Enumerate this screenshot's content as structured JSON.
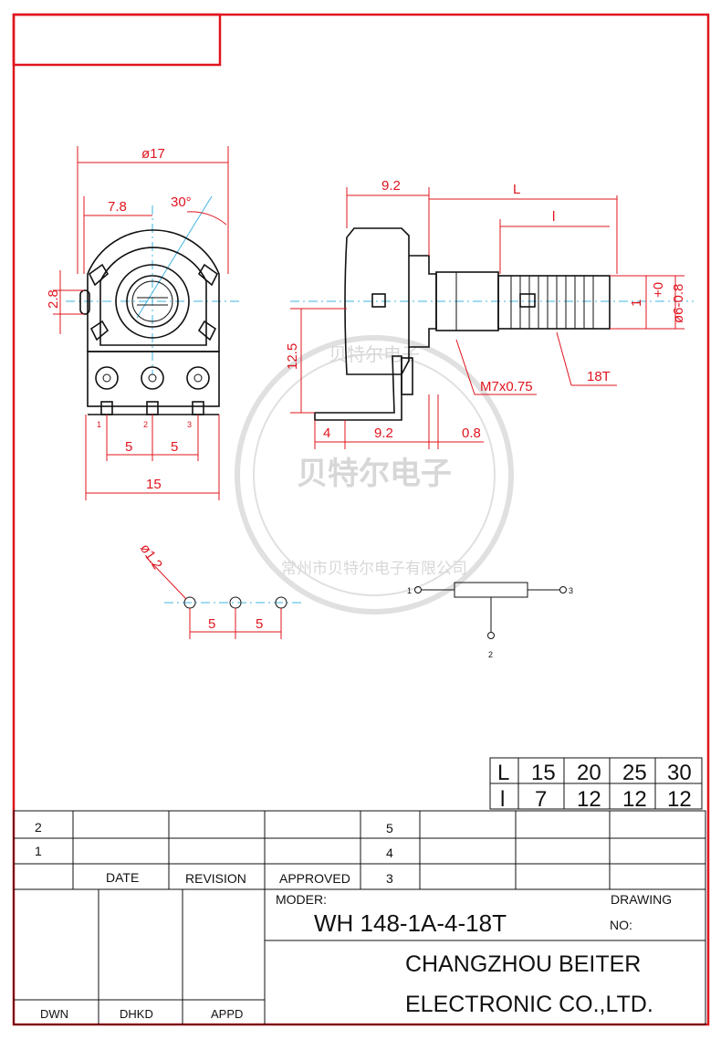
{
  "front_view": {
    "dim_diameter": "ø17",
    "dim_offset": "7.8",
    "dim_angle": "30°",
    "dim_slot": "2.8",
    "dim_pitch_a": "5",
    "dim_pitch_b": "5",
    "dim_width": "15",
    "pins": [
      "1",
      "2",
      "3"
    ]
  },
  "side_view": {
    "dim_body": "9.2",
    "dim_shaft_total": "L",
    "dim_shaft_knurl": "l",
    "dim_knurl_end": "1",
    "dim_shaft_dia": "ø6-0.8",
    "dim_shaft_tol": "+0",
    "dim_height": "12.5",
    "dim_thread": "M7x0.75",
    "dim_knurl": "18T",
    "dim_leg": "4",
    "dim_pin_row": "9.2",
    "dim_pin_thk": "0.8"
  },
  "hole_pattern": {
    "dim_hole": "ø1.2",
    "dim_pitch_a": "5",
    "dim_pitch_b": "5"
  },
  "schematic": {
    "pin1": "1",
    "pin2": "2",
    "pin3": "3"
  },
  "watermark": {
    "top": "贝特尔电子",
    "center": "贝特尔电子",
    "ring": "常州市贝特尔电子有限公司"
  },
  "length_table": {
    "rows": [
      {
        "key": "L",
        "values": [
          "15",
          "20",
          "25",
          "30"
        ]
      },
      {
        "key": "l",
        "values": [
          "7",
          "12",
          "12",
          "12"
        ]
      }
    ]
  },
  "title_block": {
    "rev_rows": [
      "2",
      "1"
    ],
    "col_date": "DATE",
    "col_revision": "REVISION",
    "col_approved": "APPROVED",
    "right_rows": [
      "5",
      "4",
      "3"
    ],
    "moder_label": "MODER:",
    "model": "WH 148-1A-4-18T",
    "drawing_label": "DRAWING",
    "no_label": "NO:",
    "company_line1": "CHANGZHOU BEITER",
    "company_line2": "ELECTRONIC CO.,LTD.",
    "dwn": "DWN",
    "dhkd": "DHKD",
    "appd": "APPD"
  }
}
